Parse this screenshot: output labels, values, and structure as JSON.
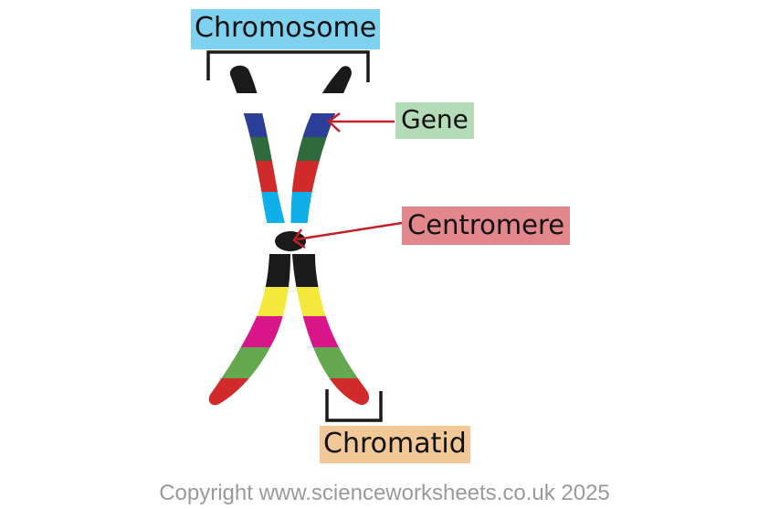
{
  "labels": {
    "chromosome": "Chromosome",
    "gene": "Gene",
    "centromere": "Centromere",
    "chromatid": "Chromatid"
  },
  "copyright": "Copyright www.scienceworksheets.co.uk 2025",
  "colors": {
    "chromosome_label_bg": "#7fd1f0",
    "gene_label_bg": "#b3dbb8",
    "centromere_label_bg": "#e3878c",
    "chromatid_label_bg": "#f1c896",
    "pointer_arrow": "#c2202b",
    "bracket": "#1a1a1a",
    "centromere": "#1a1a1a"
  },
  "chromatid_bands_top": [
    "#1a1a1a",
    "#ffffff",
    "#2c3e97",
    "#2f6a3c",
    "#d02a2a",
    "#0fb0ea",
    "#ffffff"
  ],
  "chromatid_bands_bottom": [
    "#1a1a1a",
    "#f3e83b",
    "#d8168a",
    "#63a84f",
    "#d02a2a"
  ]
}
